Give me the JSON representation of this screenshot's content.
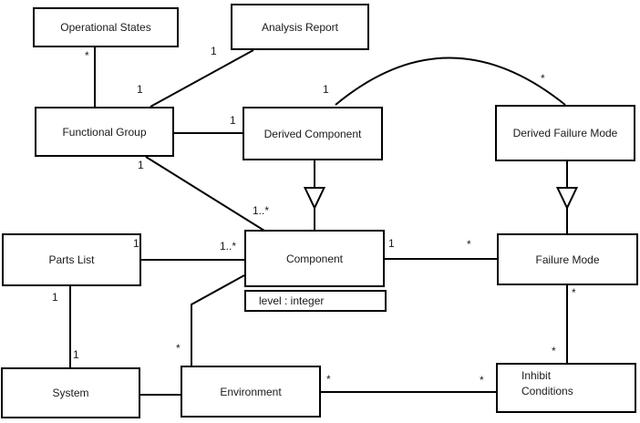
{
  "diagram": {
    "type": "uml-class-diagram",
    "colors": {
      "line": "#000000",
      "box_fill": "#ffffff",
      "background": "#ffffff",
      "text": "#1a1a1a"
    },
    "nodes": [
      {
        "label": "Operational States"
      },
      {
        "label": "Analysis Report"
      },
      {
        "label": "Functional Group"
      },
      {
        "label": "Derived Component"
      },
      {
        "label": "Derived Failure Mode"
      },
      {
        "label": "Parts List"
      },
      {
        "label": "Component",
        "attribute": "level : integer"
      },
      {
        "label": "Failure Mode"
      },
      {
        "label": "System"
      },
      {
        "label": "Environment"
      },
      {
        "label": "Inhibit Conditions"
      }
    ],
    "multiplicity_labels": [
      {
        "text": "*"
      },
      {
        "text": "1"
      },
      {
        "text": "1"
      },
      {
        "text": "1"
      },
      {
        "text": "1"
      },
      {
        "text": "*"
      },
      {
        "text": "1"
      },
      {
        "text": "1..*"
      },
      {
        "text": "1"
      },
      {
        "text": "1..*"
      },
      {
        "text": "1"
      },
      {
        "text": "*"
      },
      {
        "text": "1"
      },
      {
        "text": "1"
      },
      {
        "text": "*"
      },
      {
        "text": "*"
      },
      {
        "text": "*"
      },
      {
        "text": "*"
      },
      {
        "text": "*"
      }
    ],
    "edges": [
      {
        "from": "Operational States",
        "to": "Functional Group",
        "type": "association",
        "from_label": "*",
        "to_label": ""
      },
      {
        "from": "Analysis Report",
        "to": "Functional Group",
        "type": "association",
        "from_label": "1",
        "to_label": "1"
      },
      {
        "from": "Functional Group",
        "to": "Derived Component",
        "type": "association",
        "from_label": "",
        "to_label": "1"
      },
      {
        "from": "Derived Component",
        "to": "Derived Failure Mode",
        "type": "association-arc",
        "from_label": "1",
        "to_label": "*"
      },
      {
        "from": "Derived Component",
        "to": "Component",
        "type": "generalization",
        "from_label": "",
        "to_label": ""
      },
      {
        "from": "Derived Failure Mode",
        "to": "Failure Mode",
        "type": "generalization",
        "from_label": "",
        "to_label": ""
      },
      {
        "from": "Functional Group",
        "to": "Component",
        "type": "association",
        "from_label": "1",
        "to_label": "1..*"
      },
      {
        "from": "Parts List",
        "to": "Component",
        "type": "association",
        "from_label": "1",
        "to_label": "1..*"
      },
      {
        "from": "Component",
        "to": "Failure Mode",
        "type": "association",
        "from_label": "1",
        "to_label": "*"
      },
      {
        "from": "Parts List",
        "to": "System",
        "type": "association",
        "from_label": "1",
        "to_label": "1"
      },
      {
        "from": "System",
        "to": "Environment",
        "type": "association",
        "from_label": "",
        "to_label": ""
      },
      {
        "from": "Environment",
        "to": "Component",
        "type": "association",
        "from_label": "*",
        "to_label": ""
      },
      {
        "from": "Failure Mode",
        "to": "Inhibit Conditions",
        "type": "association",
        "from_label": "*",
        "to_label": "*"
      },
      {
        "from": "Environment",
        "to": "Inhibit Conditions",
        "type": "association",
        "from_label": "*",
        "to_label": "*"
      }
    ]
  }
}
